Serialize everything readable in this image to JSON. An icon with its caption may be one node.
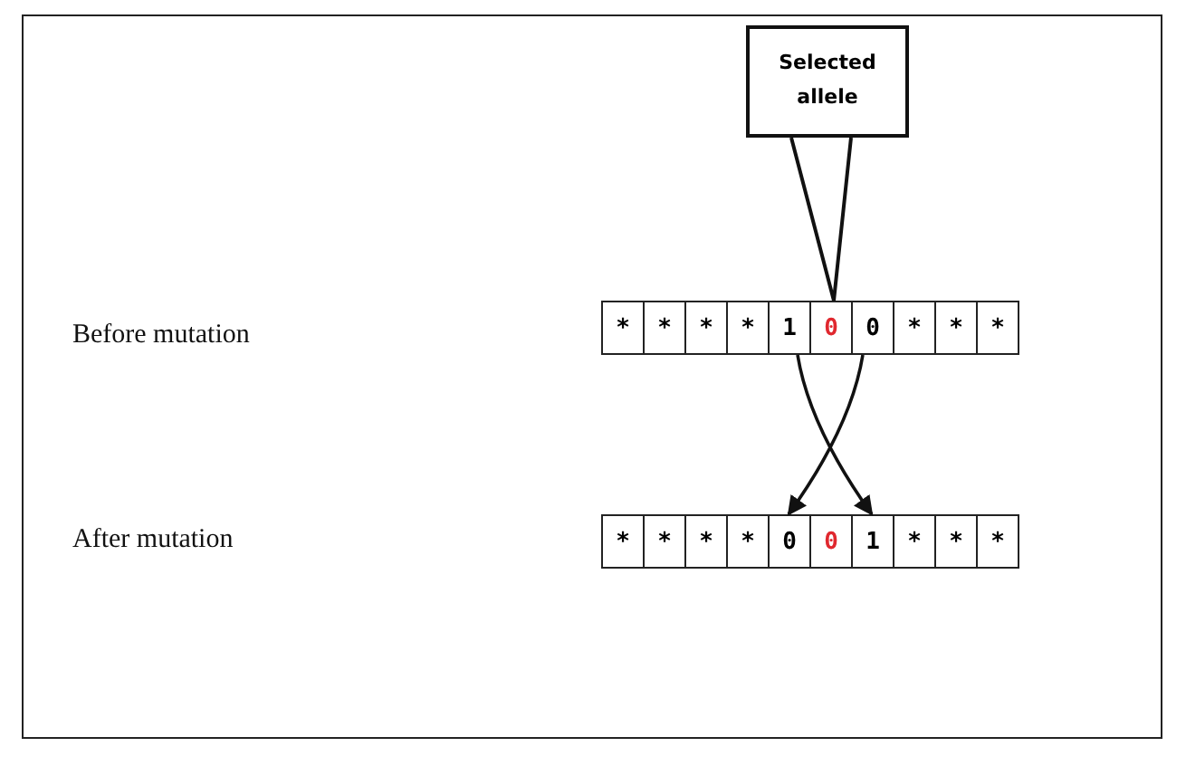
{
  "diagram": {
    "nodes": [
      {
        "text": [
          "Selected allele"
        ]
      },
      {
        "text": [
          "*"
        ]
      },
      {
        "text": [
          "*"
        ]
      },
      {
        "text": [
          "*"
        ]
      },
      {
        "text": [
          "*"
        ]
      },
      {
        "text": [
          "1"
        ]
      },
      {
        "text": [
          "0"
        ]
      },
      {
        "text": [
          "0"
        ]
      },
      {
        "text": [
          "*"
        ]
      },
      {
        "text": [
          "*"
        ]
      },
      {
        "text": [
          "*"
        ]
      },
      {
        "text": [
          "*"
        ]
      },
      {
        "text": [
          "*"
        ]
      },
      {
        "text": [
          "*"
        ]
      },
      {
        "text": [
          "*"
        ]
      },
      {
        "text": [
          "0"
        ]
      },
      {
        "text": [
          "0"
        ]
      },
      {
        "text": [
          "1"
        ]
      },
      {
        "text": [
          "*"
        ]
      },
      {
        "text": [
          "*"
        ]
      },
      {
        "text": [
          "*"
        ]
      }
    ],
    "edges": [
      {
        "from": 0,
        "to": 6,
        "arrow": "none"
      },
      {
        "from": 5,
        "to": 17,
        "arrow": "to"
      },
      {
        "from": 7,
        "to": 15,
        "arrow": "to"
      }
    ],
    "labels": [
      "Before mutation",
      "After mutation"
    ]
  }
}
